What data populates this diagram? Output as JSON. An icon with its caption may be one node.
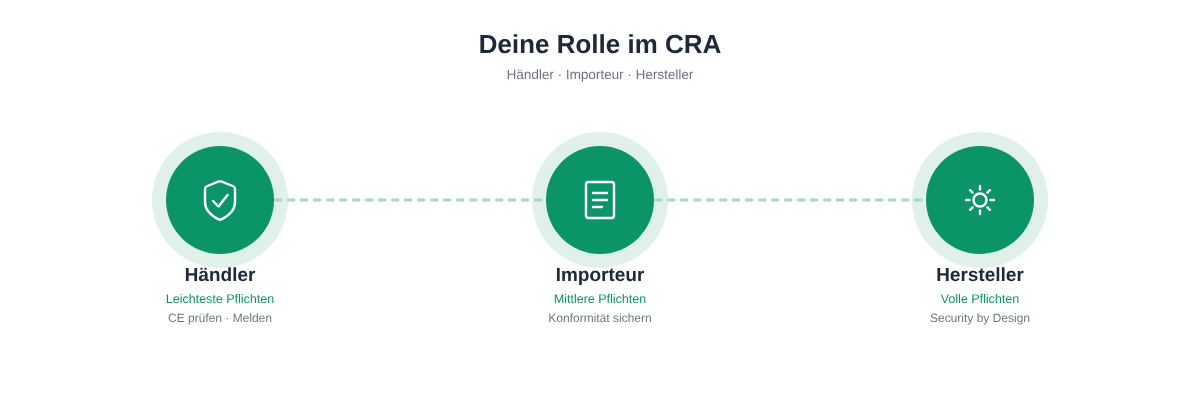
{
  "diagram": {
    "title": "Deine Rolle im CRA",
    "nodes": [
      {
        "text": [
          "Händler",
          "Leichteste Pflichten",
          "CE prüfen · Melden"
        ]
      },
      {
        "text": [
          "Importeur",
          "Mittlere Pflichten",
          "Konformität sichern"
        ]
      },
      {
        "text": [
          "Hersteller",
          "Volle Pflichten",
          "Security by Design"
        ]
      }
    ],
    "edges": [
      {
        "from": 0,
        "to": 1,
        "arrow": "none",
        "style": "dashed"
      },
      {
        "from": 1,
        "to": 2,
        "arrow": "none",
        "style": "dashed"
      }
    ],
    "labels": [
      "Händler · Importeur · Hersteller"
    ]
  }
}
